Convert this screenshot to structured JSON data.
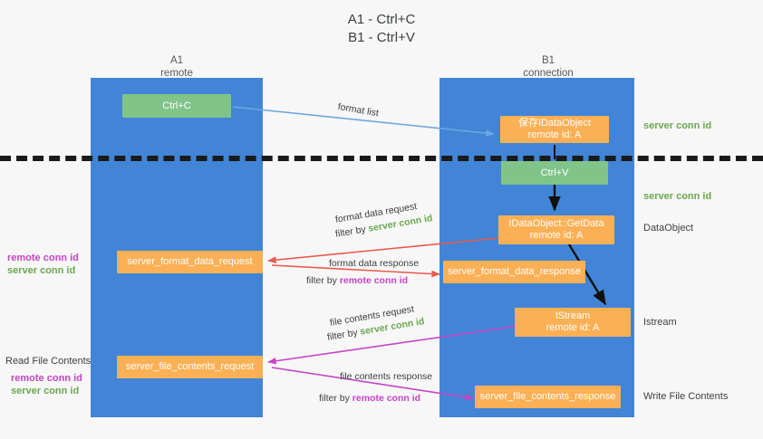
{
  "title": {
    "line1": "A1 - Ctrl+C",
    "line2": "B1 - Ctrl+V"
  },
  "lanes": [
    {
      "id": "a1",
      "name": "A1",
      "sub": "remote"
    },
    {
      "id": "b1",
      "name": "B1",
      "sub": "connection"
    }
  ],
  "nodes": {
    "ctrl_c": {
      "l1": "Ctrl+C",
      "l2": ""
    },
    "save_idataobject": {
      "l1": "保存IDataObject",
      "l2": "remote id: A"
    },
    "ctrl_v": {
      "l1": "Ctrl+V",
      "l2": ""
    },
    "idataobject_getdata": {
      "l1": "IDataObject::GetData",
      "l2": "remote id: A"
    },
    "server_fmt_data_req": {
      "l1": "server_format_data_request",
      "l2": ""
    },
    "server_fmt_data_resp": {
      "l1": "server_format_data_response",
      "l2": ""
    },
    "istream": {
      "l1": "IStream",
      "l2": "remote id: A"
    },
    "server_file_cont_req": {
      "l1": "server_file_contents_request",
      "l2": ""
    },
    "server_file_cont_resp": {
      "l1": "server_file_contents_response",
      "l2": ""
    }
  },
  "edge_labels": {
    "format_list": "format list",
    "fmt_data_req": "format data request",
    "fmt_data_req_filter_a": "filter by ",
    "fmt_data_req_filter_b": "server conn id",
    "fmt_data_resp": "format data response",
    "fmt_data_resp_filter_a": "filter by ",
    "fmt_data_resp_filter_b": "remote conn id",
    "file_cont_req": "file contents request",
    "file_cont_req_filter_a": "filter by ",
    "file_cont_req_filter_b": "server conn id",
    "file_cont_resp": "file contents response",
    "file_cont_resp_filter_a": "filter by ",
    "file_cont_resp_filter_b": "remote conn id"
  },
  "right_labels": {
    "server_conn_id_top": "server conn id",
    "server_conn_id_mid": "server conn id",
    "dataobject": "DataObject",
    "istream": "Istream",
    "write_file_contents": "Write File Contents"
  },
  "left_labels": {
    "remote_conn_id_1": "remote conn id",
    "server_conn_id_1": "server conn id",
    "read_file_contents": "Read File Contents",
    "remote_conn_id_2": "remote conn id",
    "server_conn_id_2": "server conn id"
  },
  "colors": {
    "lane": "#4285d6",
    "orange": "#fbb055",
    "green_node": "#80c48a",
    "green_text": "#6aa84f",
    "purple_text": "#c644c6",
    "blue_arrow": "#6ba8e0",
    "red_arrow": "#e8594a",
    "magenta_arrow": "#c644c6",
    "black_arrow": "#111111",
    "background": "#f7f7f7"
  }
}
